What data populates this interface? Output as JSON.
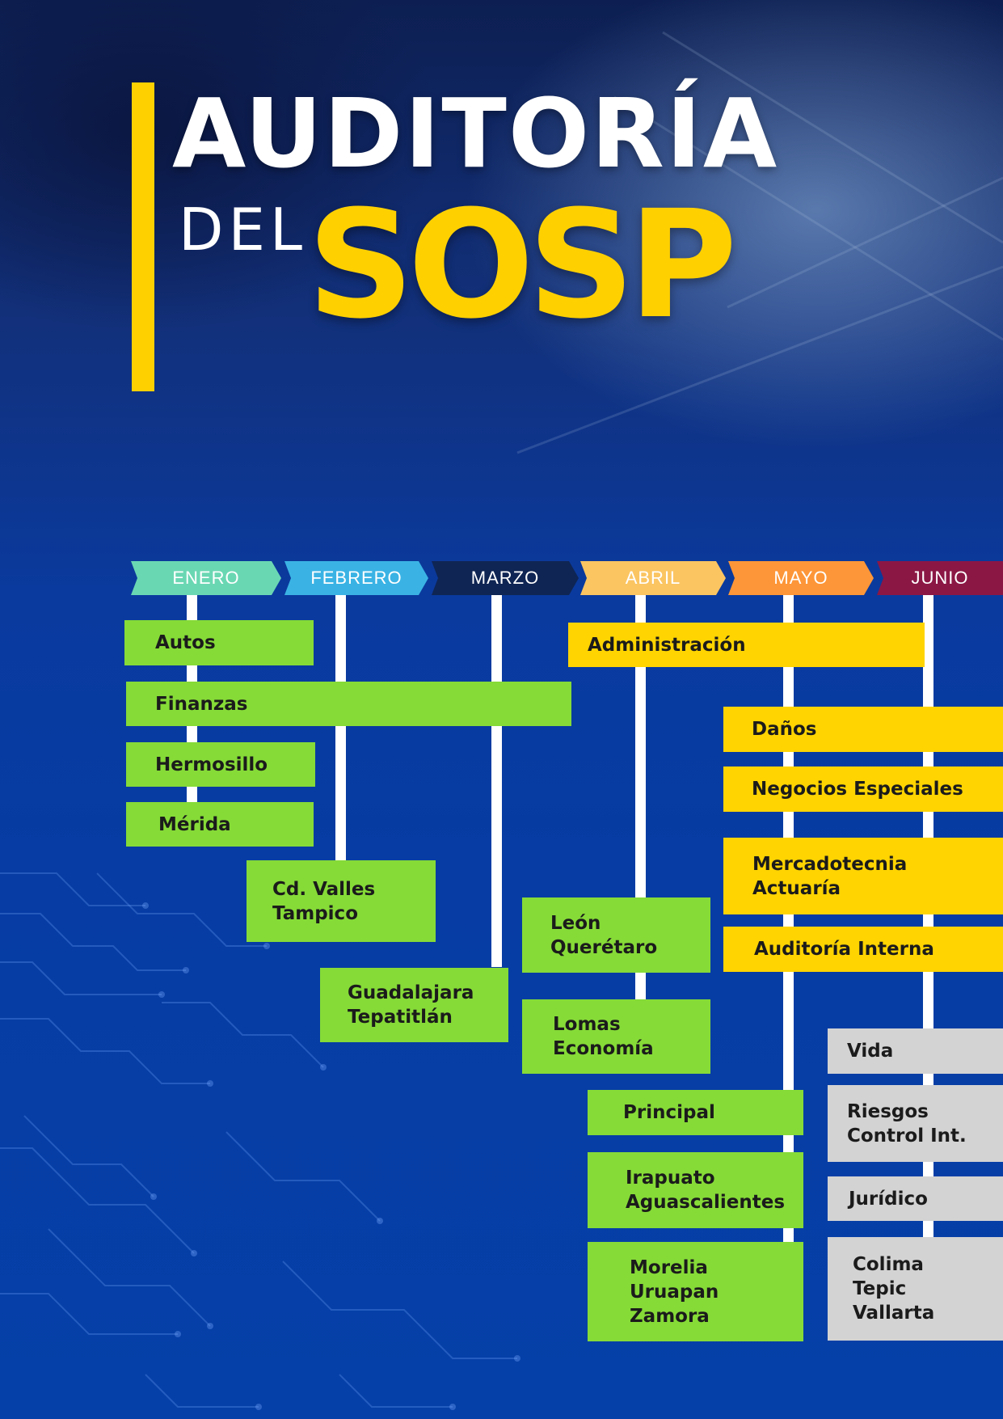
{
  "title": {
    "line1": "AUDITORÍA",
    "line2": "DEL",
    "line3": "SOSP"
  },
  "colors": {
    "title_accent": "#ffd000",
    "area_green": "#86db37",
    "area_yellow": "#ffd401",
    "area_gray": "#d3d3d3"
  },
  "months": [
    {
      "label": "ENERO",
      "color": "#6ad7b3"
    },
    {
      "label": "FEBRERO",
      "color": "#3ab3e4"
    },
    {
      "label": "MARZO",
      "color": "#0f2553"
    },
    {
      "label": "ABRIL",
      "color": "#fbc562"
    },
    {
      "label": "MAYO",
      "color": "#fd9638"
    },
    {
      "label": "JUNIO",
      "color": "#8b1745"
    }
  ],
  "areas": {
    "autos": "Autos",
    "finanzas": "Finanzas",
    "hermosillo": "Hermosillo",
    "merida": "Mérida",
    "valles_tampico": "Cd. Valles\nTampico",
    "guadalajara_tepatitlan": "Guadalajara\nTepatitlán",
    "administracion": "Administración",
    "leon_queretaro": "León\nQuerétaro",
    "lomas_economia": "Lomas\nEconomía",
    "danos": "Daños",
    "negocios_especiales": "Negocios Especiales",
    "mercadotecnia_actuaria": "Mercadotecnia\nActuaría",
    "auditoria_interna": "Auditoría Interna",
    "principal": "Principal",
    "irapuato_aguascalientes": "Irapuato\nAguascalientes",
    "morelia_uruapan_zamora": "Morelia\nUruapan\nZamora",
    "vida": "Vida",
    "riesgos_control": "Riesgos\nControl Int.",
    "juridico": "Jurídico",
    "colima_tepic_vallarta": "Colima\nTepic\nVallarta"
  }
}
